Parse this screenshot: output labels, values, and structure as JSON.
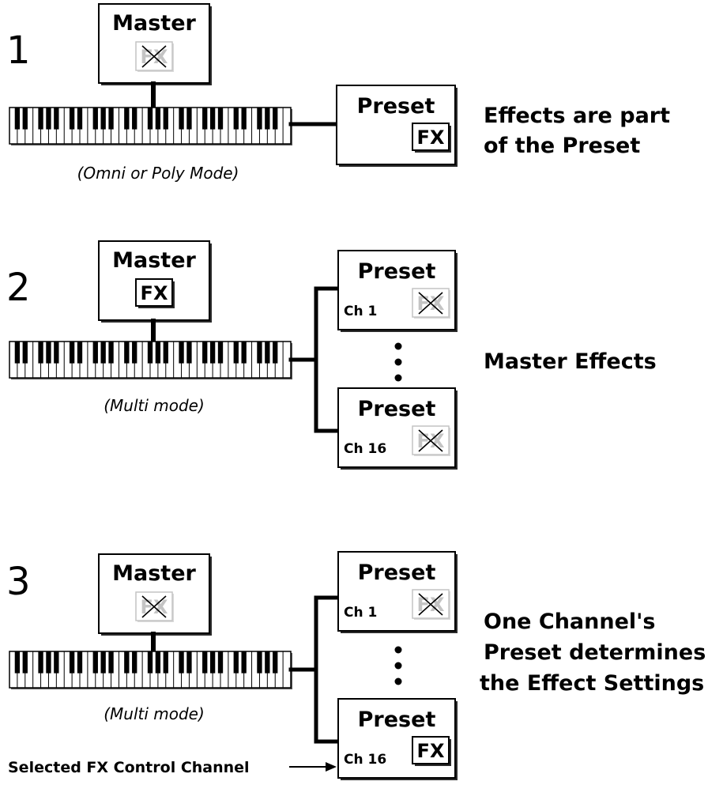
{
  "diagram": {
    "master_label": "Master",
    "preset_label": "Preset",
    "fx_label": "FX",
    "colors": {
      "line": "#000000",
      "shadow": "#2a2a2a",
      "disabled": "#c4c4c4"
    },
    "sections": [
      {
        "number": "1",
        "mode_label": "(Omni or Poly Mode)",
        "master_fx": "disabled",
        "description": [
          "Effects are part",
          "of the Preset"
        ],
        "presets": [
          {
            "channel": "",
            "fx": "enabled"
          }
        ]
      },
      {
        "number": "2",
        "mode_label": "(Multi mode)",
        "master_fx": "enabled",
        "description": [
          "Master Effects"
        ],
        "presets": [
          {
            "channel": "Ch 1",
            "fx": "disabled"
          },
          {
            "channel": "Ch 16",
            "fx": "disabled"
          }
        ]
      },
      {
        "number": "3",
        "mode_label": "(Multi mode)",
        "master_fx": "disabled",
        "description": [
          "One Channel's",
          "Preset determines",
          "the Effect Settings"
        ],
        "presets": [
          {
            "channel": "Ch 1",
            "fx": "disabled"
          },
          {
            "channel": "Ch 16",
            "fx": "enabled"
          }
        ],
        "selected_label": "Selected FX Control Channel"
      }
    ]
  }
}
